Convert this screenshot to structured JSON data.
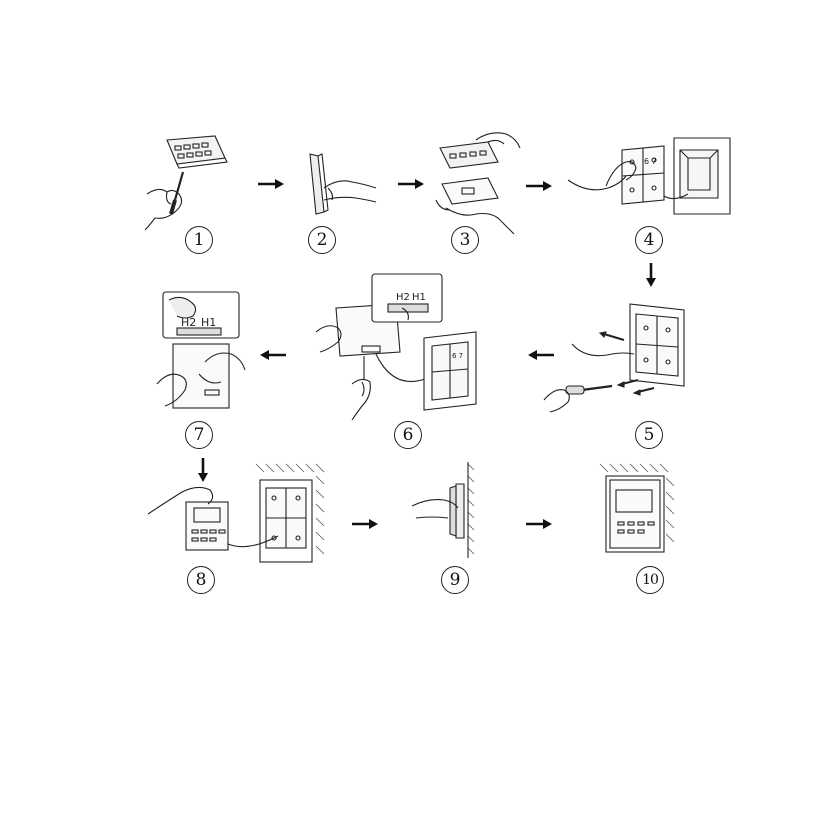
{
  "steps": [
    {
      "number": "1",
      "image": "remove-front-panel-with-screwdriver"
    },
    {
      "number": "2",
      "image": "open-front-panel-side-view"
    },
    {
      "number": "3",
      "image": "separate-front-and-back-panel"
    },
    {
      "number": "4",
      "image": "align-back-plate-to-wall-box"
    },
    {
      "number": "5",
      "image": "screw-back-plate-to-wall"
    },
    {
      "number": "6",
      "image": "connect-wiring-to-terminal"
    },
    {
      "number": "7",
      "image": "check-terminal-connection"
    },
    {
      "number": "8",
      "image": "attach-front-panel-to-back-plate"
    },
    {
      "number": "9",
      "image": "snap-front-panel-closed-side-view"
    },
    {
      "number": "10",
      "image": "installed-controller"
    }
  ],
  "terminal_labels": {
    "h2": "H2",
    "h1": "H1"
  },
  "arrow_icon": "arrow"
}
